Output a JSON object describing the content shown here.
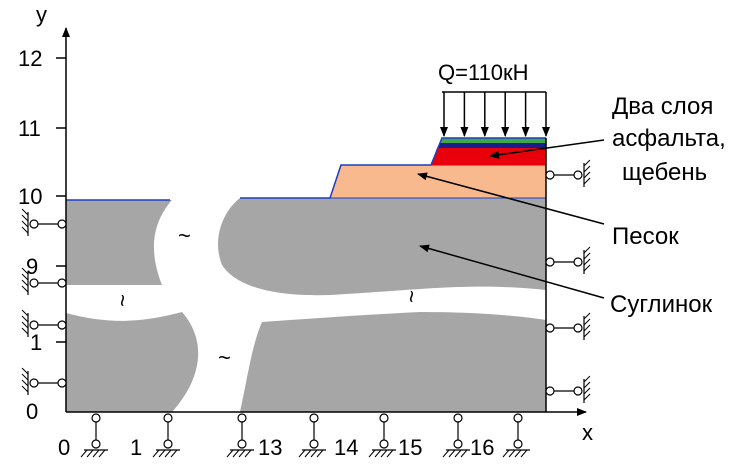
{
  "axes": {
    "x_label": "x",
    "y_label": "y",
    "y_ticks": [
      "12",
      "11",
      "10",
      "9",
      "1",
      "0"
    ],
    "x_ticks": [
      "0",
      "1",
      "13",
      "14",
      "15",
      "16"
    ]
  },
  "load": {
    "label": "Q=110кН"
  },
  "callouts": {
    "asphalt": [
      "Два слоя",
      "асфальта,",
      "щебень"
    ],
    "sand": "Песок",
    "loam": "Суглинок"
  },
  "break_marks": [
    "~",
    "~",
    "~",
    "~"
  ],
  "colors": {
    "loam": "#a6a6a6",
    "sand": "#f9b98e",
    "asphalt_red": "#e8000b",
    "asphalt_dark": "#1c1c8a",
    "asphalt_green": "#3fa84a",
    "outline": "#1f3fbf"
  }
}
